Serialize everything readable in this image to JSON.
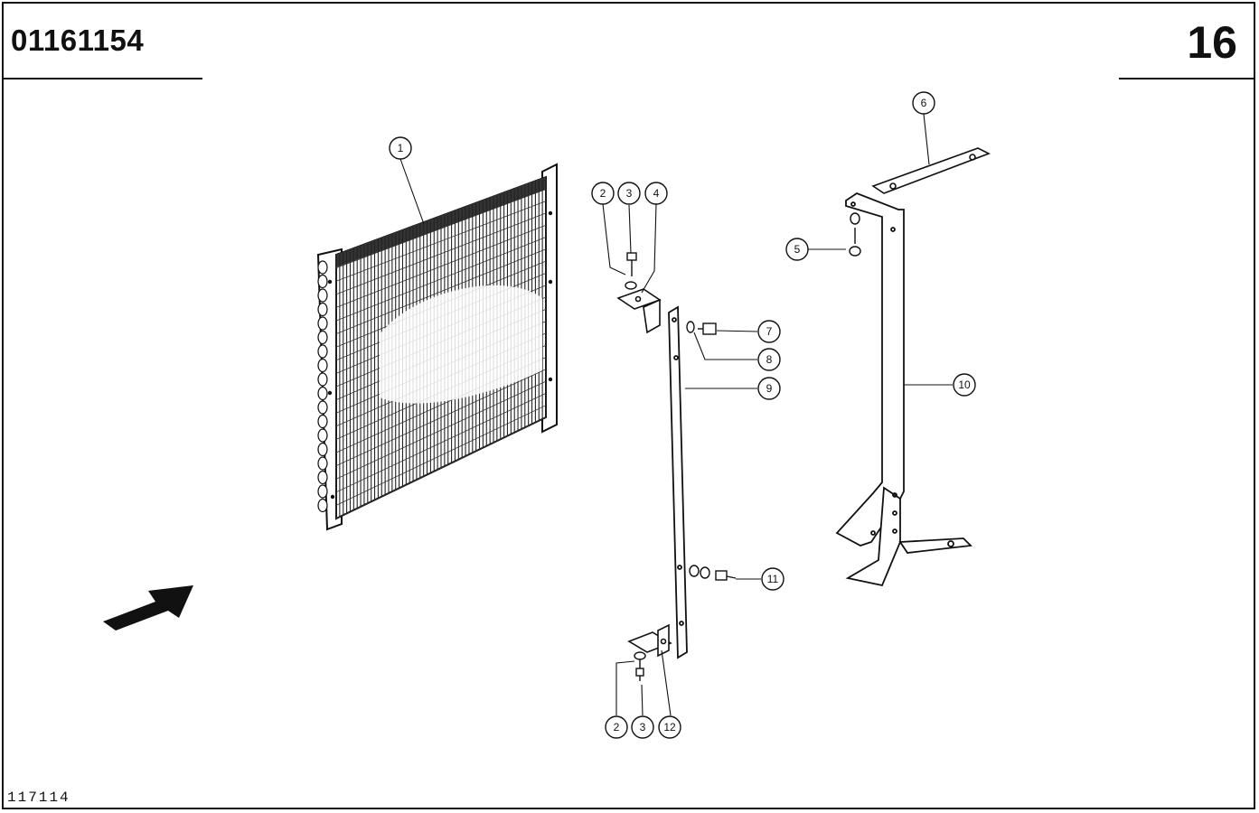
{
  "header": {
    "part_number": "01161154",
    "page_number": "16"
  },
  "footer": {
    "reference": "117114"
  },
  "callouts": [
    {
      "id": "c1",
      "label": "1"
    },
    {
      "id": "c2a",
      "label": "2"
    },
    {
      "id": "c3a",
      "label": "3"
    },
    {
      "id": "c4",
      "label": "4"
    },
    {
      "id": "c5",
      "label": "5"
    },
    {
      "id": "c6",
      "label": "6"
    },
    {
      "id": "c7",
      "label": "7"
    },
    {
      "id": "c8",
      "label": "8"
    },
    {
      "id": "c9",
      "label": "9"
    },
    {
      "id": "c10",
      "label": "10"
    },
    {
      "id": "c11",
      "label": "11"
    },
    {
      "id": "c2b",
      "label": "2"
    },
    {
      "id": "c3b",
      "label": "3"
    },
    {
      "id": "c12",
      "label": "12"
    }
  ],
  "icons": {
    "direction_arrow": "arrow-up-right-icon"
  }
}
